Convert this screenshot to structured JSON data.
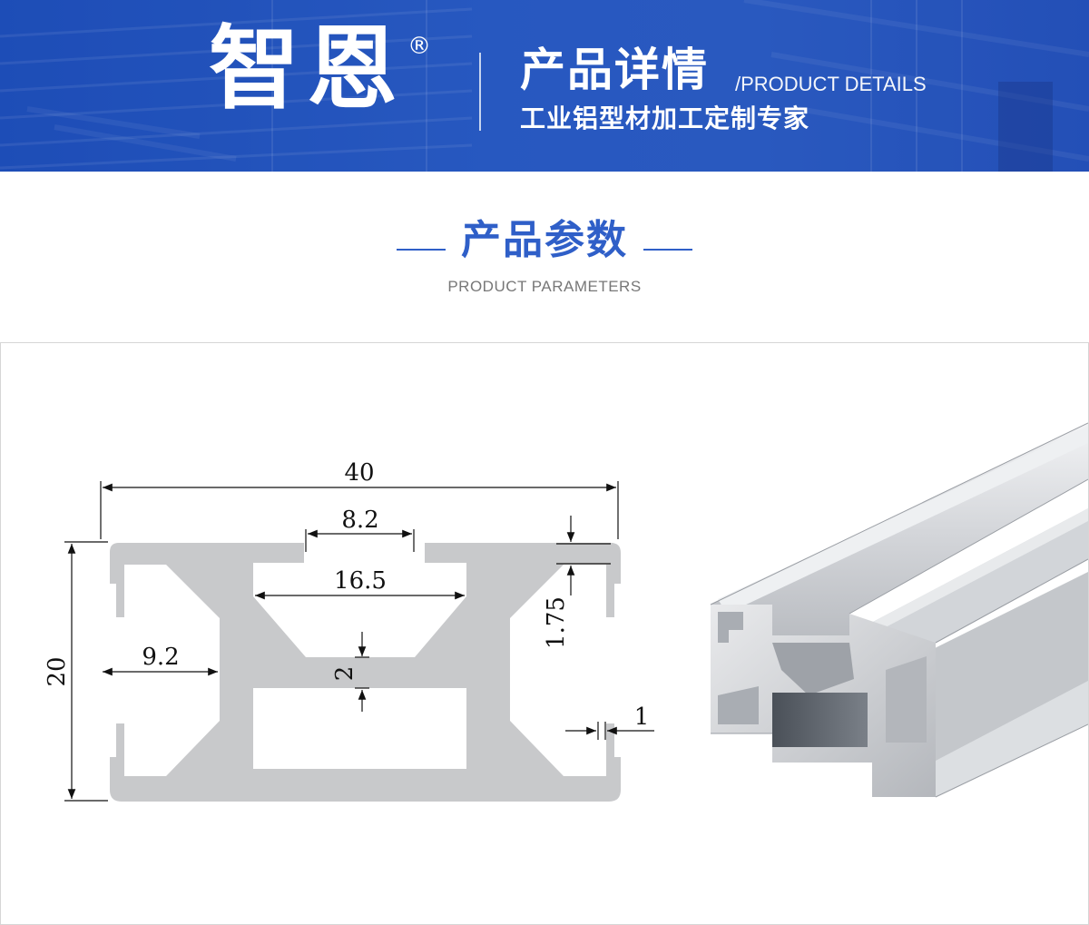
{
  "banner": {
    "brand": "智恩",
    "registered_mark": "®",
    "title": "产品详情",
    "title_en": "/PRODUCT DETAILS",
    "tagline": "工业铝型材加工定制专家"
  },
  "section": {
    "title": "产品参数",
    "subtitle": "PRODUCT PARAMETERS"
  },
  "drawing": {
    "width": "40",
    "height": "20",
    "slot_opening": "8.2",
    "inner_width": "16.5",
    "wall": "2",
    "lip": "1.75",
    "side_depth": "9.2",
    "edge": "1"
  },
  "colors": {
    "banner_blue": "#2a5ec4",
    "accent_blue": "#2f5fc8",
    "profile_gray": "#c8c9cb"
  }
}
